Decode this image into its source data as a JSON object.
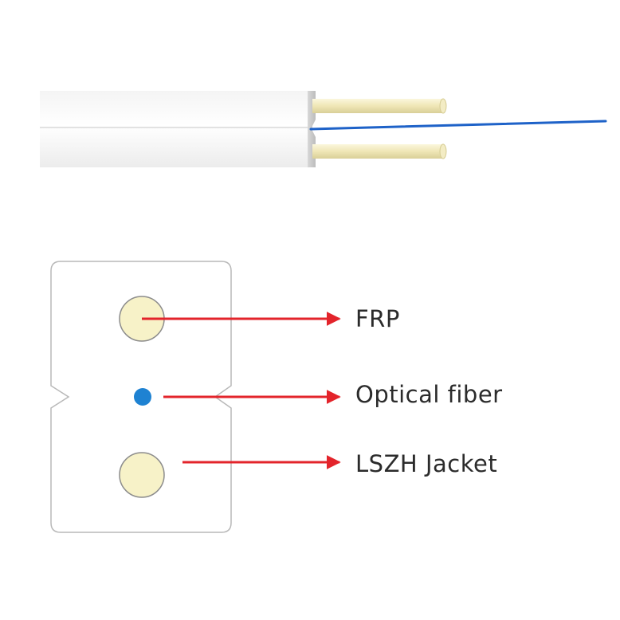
{
  "labels": {
    "frp": "FRP",
    "optical_fiber": "Optical fiber",
    "lszh_jacket": "LSZH Jacket"
  },
  "colors": {
    "arrow": "#e3242b",
    "fiber": "#1e82d2",
    "frp_rod": "#f7f2c8",
    "jacket": "#ffffff",
    "outline": "#b5b5b5",
    "label_text": "#2b2b2b"
  }
}
